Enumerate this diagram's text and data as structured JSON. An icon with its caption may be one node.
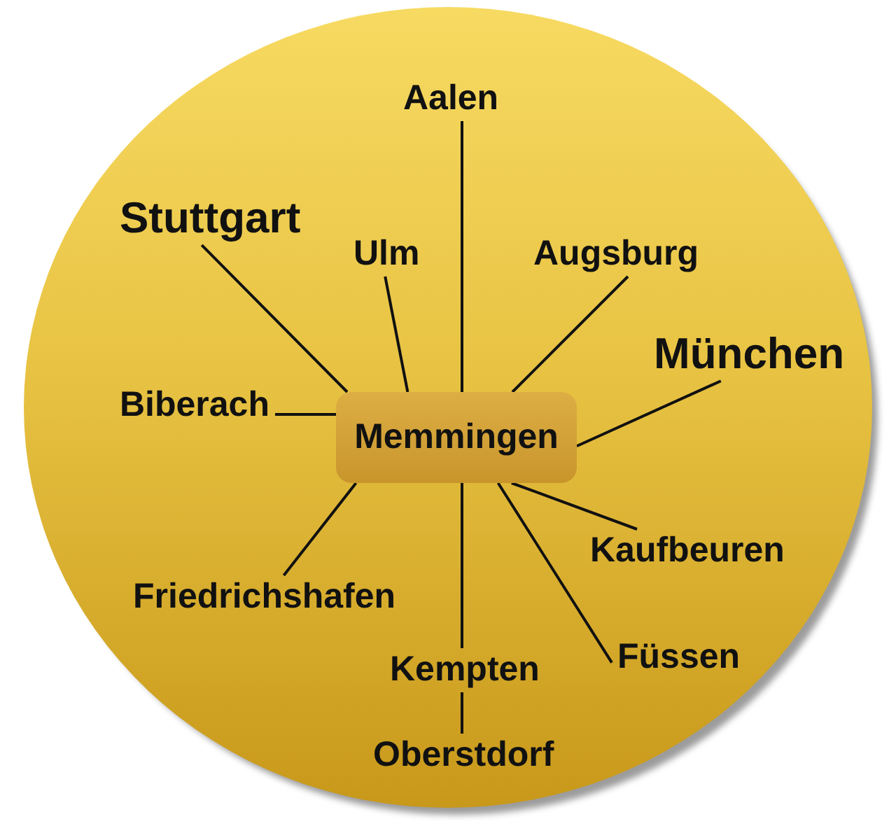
{
  "diagram": {
    "nodes": [
      {
        "text": [],
        "shape": "circle"
      },
      {
        "text": [
          "Aalen"
        ],
        "in": 0
      },
      {
        "text": [
          "Stuttgart"
        ],
        "in": 0
      },
      {
        "text": [
          "Ulm"
        ],
        "in": 0
      },
      {
        "text": [
          "Augsburg"
        ],
        "in": 0
      },
      {
        "text": [
          "München"
        ],
        "in": 0
      },
      {
        "text": [
          "Biberach"
        ],
        "in": 0
      },
      {
        "text": [
          "Memmingen"
        ],
        "in": 0
      },
      {
        "text": [
          "Kaufbeuren"
        ],
        "in": 0
      },
      {
        "text": [
          "Friedrichshafen"
        ],
        "in": 0
      },
      {
        "text": [
          "Füssen"
        ],
        "in": 0
      },
      {
        "text": [
          "Kempten"
        ],
        "in": 0
      },
      {
        "text": [
          "Oberstdorf"
        ],
        "in": 0
      }
    ],
    "edges": [
      {
        "from": 7,
        "to": 1,
        "arrow": "none"
      },
      {
        "from": 7,
        "to": 4,
        "arrow": "none"
      },
      {
        "from": 7,
        "to": 5,
        "arrow": "none"
      },
      {
        "from": 7,
        "to": 8,
        "arrow": "none"
      },
      {
        "from": 7,
        "to": 10,
        "arrow": "none"
      },
      {
        "from": 7,
        "to": 11,
        "arrow": "none"
      },
      {
        "from": 7,
        "to": 9,
        "arrow": "none"
      },
      {
        "from": 7,
        "to": 6,
        "arrow": "none"
      },
      {
        "from": 7,
        "to": 2,
        "arrow": "none"
      },
      {
        "from": 7,
        "to": 3,
        "arrow": "none"
      },
      {
        "from": 11,
        "to": 12,
        "arrow": "none"
      }
    ]
  }
}
